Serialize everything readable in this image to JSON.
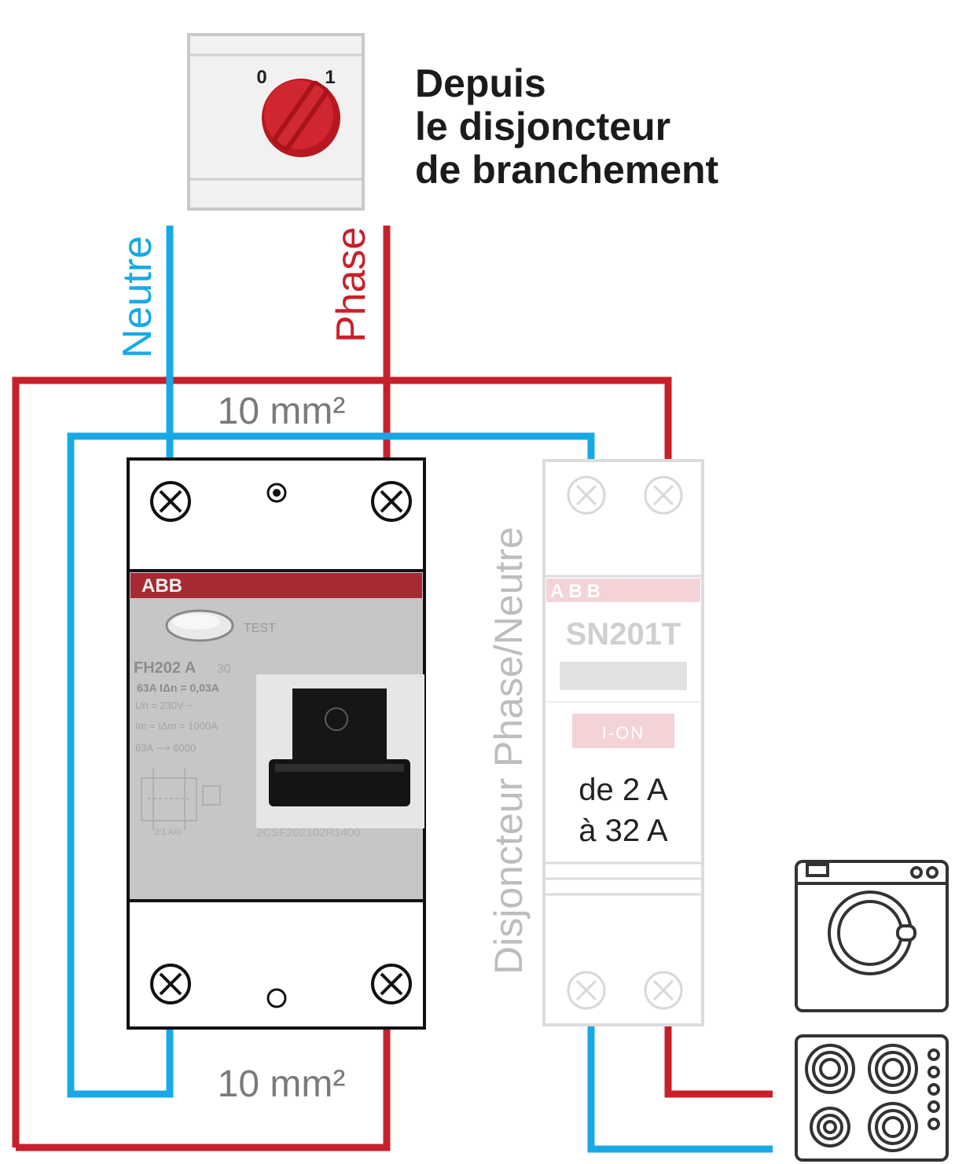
{
  "main_switch": {
    "off_mark": "0",
    "on_mark": "1",
    "caption": [
      "Depuis",
      "le disjoncteur",
      "de branchement"
    ]
  },
  "wires": {
    "neutral_label": "Neutre",
    "phase_label": "Phase",
    "neutral_color": "#17a9e6",
    "phase_color": "#c8202b"
  },
  "sections": {
    "top": "10 mm²",
    "bottom": "10 mm²"
  },
  "differential_breaker": {
    "brand": "ABB",
    "test_label": "TEST",
    "model": "FH202 A",
    "model_suffix": "30",
    "rating": "63A  IΔn = 0,03A",
    "spec_lines": [
      "Un = 230V ~",
      "Im = IΔm = 1000A",
      "63A  ⟶  6000"
    ],
    "diagram_caption": "2/1 A/II",
    "part_number": "2CSF202102R1400"
  },
  "branch_breaker": {
    "vertical_label": "Disjoncteur Phase/Neutre",
    "brand": "ABB",
    "model": "SN201T",
    "ion_label": "I-ON",
    "range": [
      "de 2 A",
      "à 32 A"
    ]
  },
  "appliances": [
    {
      "icon": "washing-machine-icon"
    },
    {
      "icon": "cooktop-icon"
    }
  ]
}
